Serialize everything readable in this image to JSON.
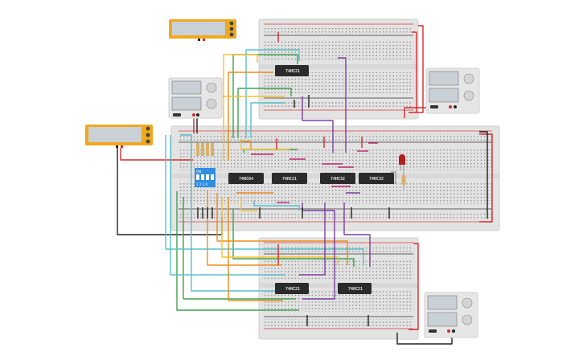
{
  "canvas": {
    "background": "#ffffff"
  },
  "colors": {
    "breadboard": "#e3e3e3",
    "breadboard_edge": "#cfcfcf",
    "hole": "#7a7a7a",
    "rail_red": "#d43b3b",
    "rail_dark": "#333333",
    "chip": "#2b2b2b",
    "multimeter": "#f0a81c",
    "multimeter_screen": "#c9d0d6",
    "power_supply": "#e6e6e6",
    "dip_switch": "#2f8de4",
    "led_red": "#b01e1e",
    "resistor": "#d9b16a"
  },
  "wire_colors": {
    "red": "#d22b2b",
    "black": "#222222",
    "green": "#3fa34d",
    "teal": "#58c0c9",
    "orange": "#ee8b1d",
    "yellow": "#f2c230",
    "purple": "#7b3fa0",
    "pink": "#c0246c",
    "gray": "#9c9c9c"
  },
  "chips": {
    "top_chip": "74HC21",
    "center_chip_1": "74HC04",
    "center_chip_2": "74HC21",
    "center_chip_3": "74HC32",
    "center_chip_4": "74HC32",
    "bottom_chip_1": "74HC21",
    "bottom_chip_2": "74HC21"
  },
  "dip_switch": {
    "label_on": "ON",
    "numbers": "1 2 3 4"
  },
  "icons": {
    "multimeter": "multimeter-icon",
    "power_supply": "power-supply-icon",
    "led": "led-icon",
    "resistor": "resistor-icon",
    "dip_switch": "dip-switch-icon"
  }
}
